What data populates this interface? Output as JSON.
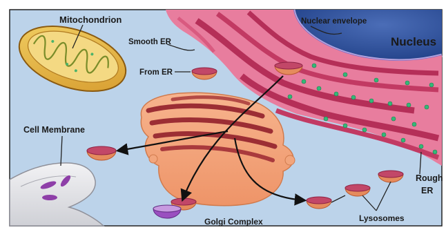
{
  "labels": {
    "mitochondrion": "Mitochondrion",
    "smooth_er": "Smooth ER",
    "nuclear_envelope": "Nuclear envelope",
    "nucleus": "Nucleus",
    "from_er": "From ER",
    "cell_membrane": "Cell Membrane",
    "rough_er_line1": "Rough",
    "rough_er_line2": "ER",
    "lysosomes": "Lysosomes",
    "golgi_complex": "Golgi Complex"
  },
  "colors": {
    "background": "#bcd3ea",
    "er": "#c8406a",
    "nucleus": "#3f5fa8",
    "golgi": "#f2a57c",
    "mitochondrion": "#e7b94a",
    "vesicle": "#e58b5d",
    "ribosome": "#34b877"
  }
}
